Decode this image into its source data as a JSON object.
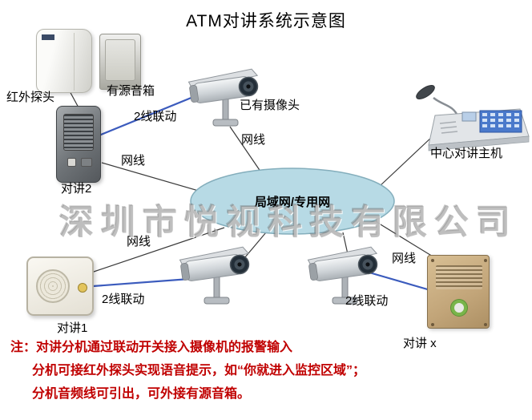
{
  "title": "ATM对讲系统示意图",
  "watermark": "深圳市悦视科技有限公司",
  "cloud": {
    "label": "局域网/专用网"
  },
  "devices": {
    "pir": {
      "label": "红外探头"
    },
    "speaker": {
      "label": "有源音箱"
    },
    "intercom2": {
      "label": "对讲2"
    },
    "camera_top": {
      "label": "已有摄像头"
    },
    "console": {
      "label": "中心对讲主机"
    },
    "intercom1": {
      "label": "对讲1"
    },
    "intercom_x": {
      "label": "对讲 x"
    }
  },
  "connections": {
    "linkage_top": "2线联动",
    "net_camera_top": "网线",
    "net_intercom2": "网线",
    "net_intercom1": "网线",
    "linkage_bottom_left": "2线联动",
    "linkage_bottom_right": "2线联动",
    "net_intercom_x": "网线"
  },
  "notes": [
    "注：对讲分机通过联动开关接入摄像机的报警输入",
    "分机可接红外探头实现语音提示，如“你就进入监控区域”；",
    "分机音频线可引出，可外接有源音箱。"
  ],
  "colors": {
    "linkage_line": "#3b5bbd",
    "net_line": "#3a3a3a",
    "cloud_fill": "#b7dae5",
    "note_text": "#c00000"
  }
}
